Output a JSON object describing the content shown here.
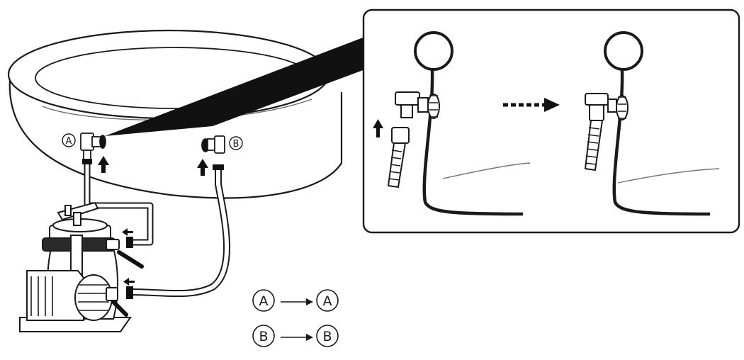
{
  "labels": {
    "valve_a": "A",
    "valve_b": "B"
  },
  "legend": [
    {
      "from": "A",
      "to": "A"
    },
    {
      "from": "B",
      "to": "B"
    }
  ],
  "colors": {
    "line": "#1a1a1a",
    "fill": "#ffffff",
    "light": "#bdbdbd"
  }
}
